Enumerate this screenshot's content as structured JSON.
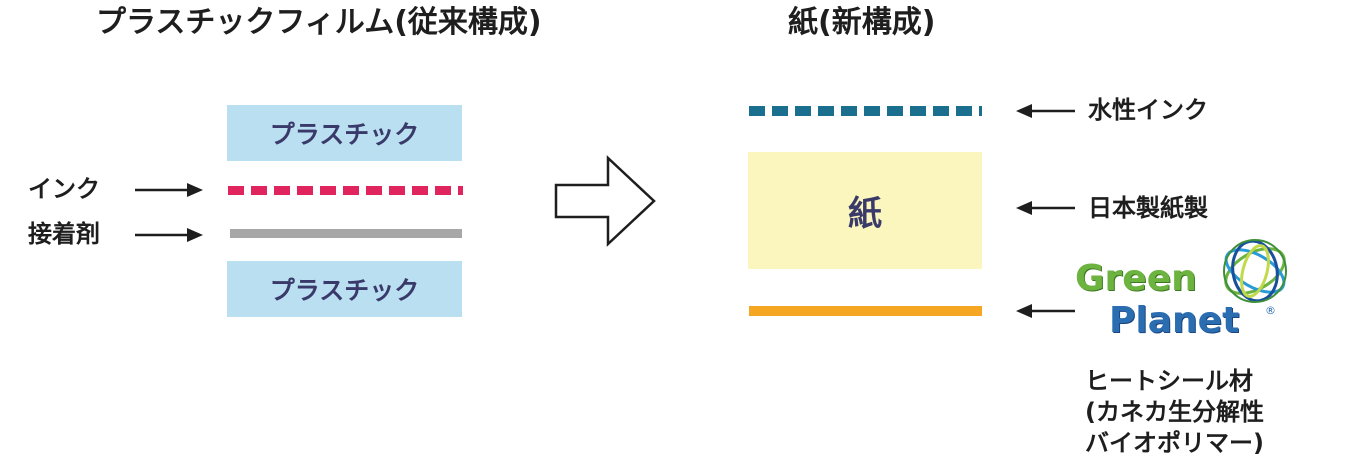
{
  "left": {
    "title": "プラスチックフィルム(従来構成)",
    "top_layer_label": "プラスチック",
    "bottom_layer_label": "プラスチック",
    "ink_label": "インク",
    "adhesive_label": "接着剤"
  },
  "right": {
    "title": "紙(新構成)",
    "paper_layer_label": "紙",
    "water_ink_label": "水性インク",
    "paper_label": "日本製紙製",
    "heat_seal_lines": [
      "ヒートシール材",
      "(カネカ生分解性",
      "バイオポリマー)"
    ],
    "logo_text": [
      "Green",
      "Planet"
    ]
  },
  "colors": {
    "plastic": "#b9dff1",
    "ink": "#e0245e",
    "adhesive": "#a7a7a7",
    "water_ink": "#1b6f8e",
    "paper": "#fbf6bd",
    "heat_seal": "#f5a623",
    "logo_green": "#6cb33f",
    "logo_blue": "#2a6db0"
  },
  "icons": [
    "arrow-right-icon",
    "hollow-arrow-right-icon",
    "arrow-left-icon",
    "globe-logo-icon"
  ]
}
